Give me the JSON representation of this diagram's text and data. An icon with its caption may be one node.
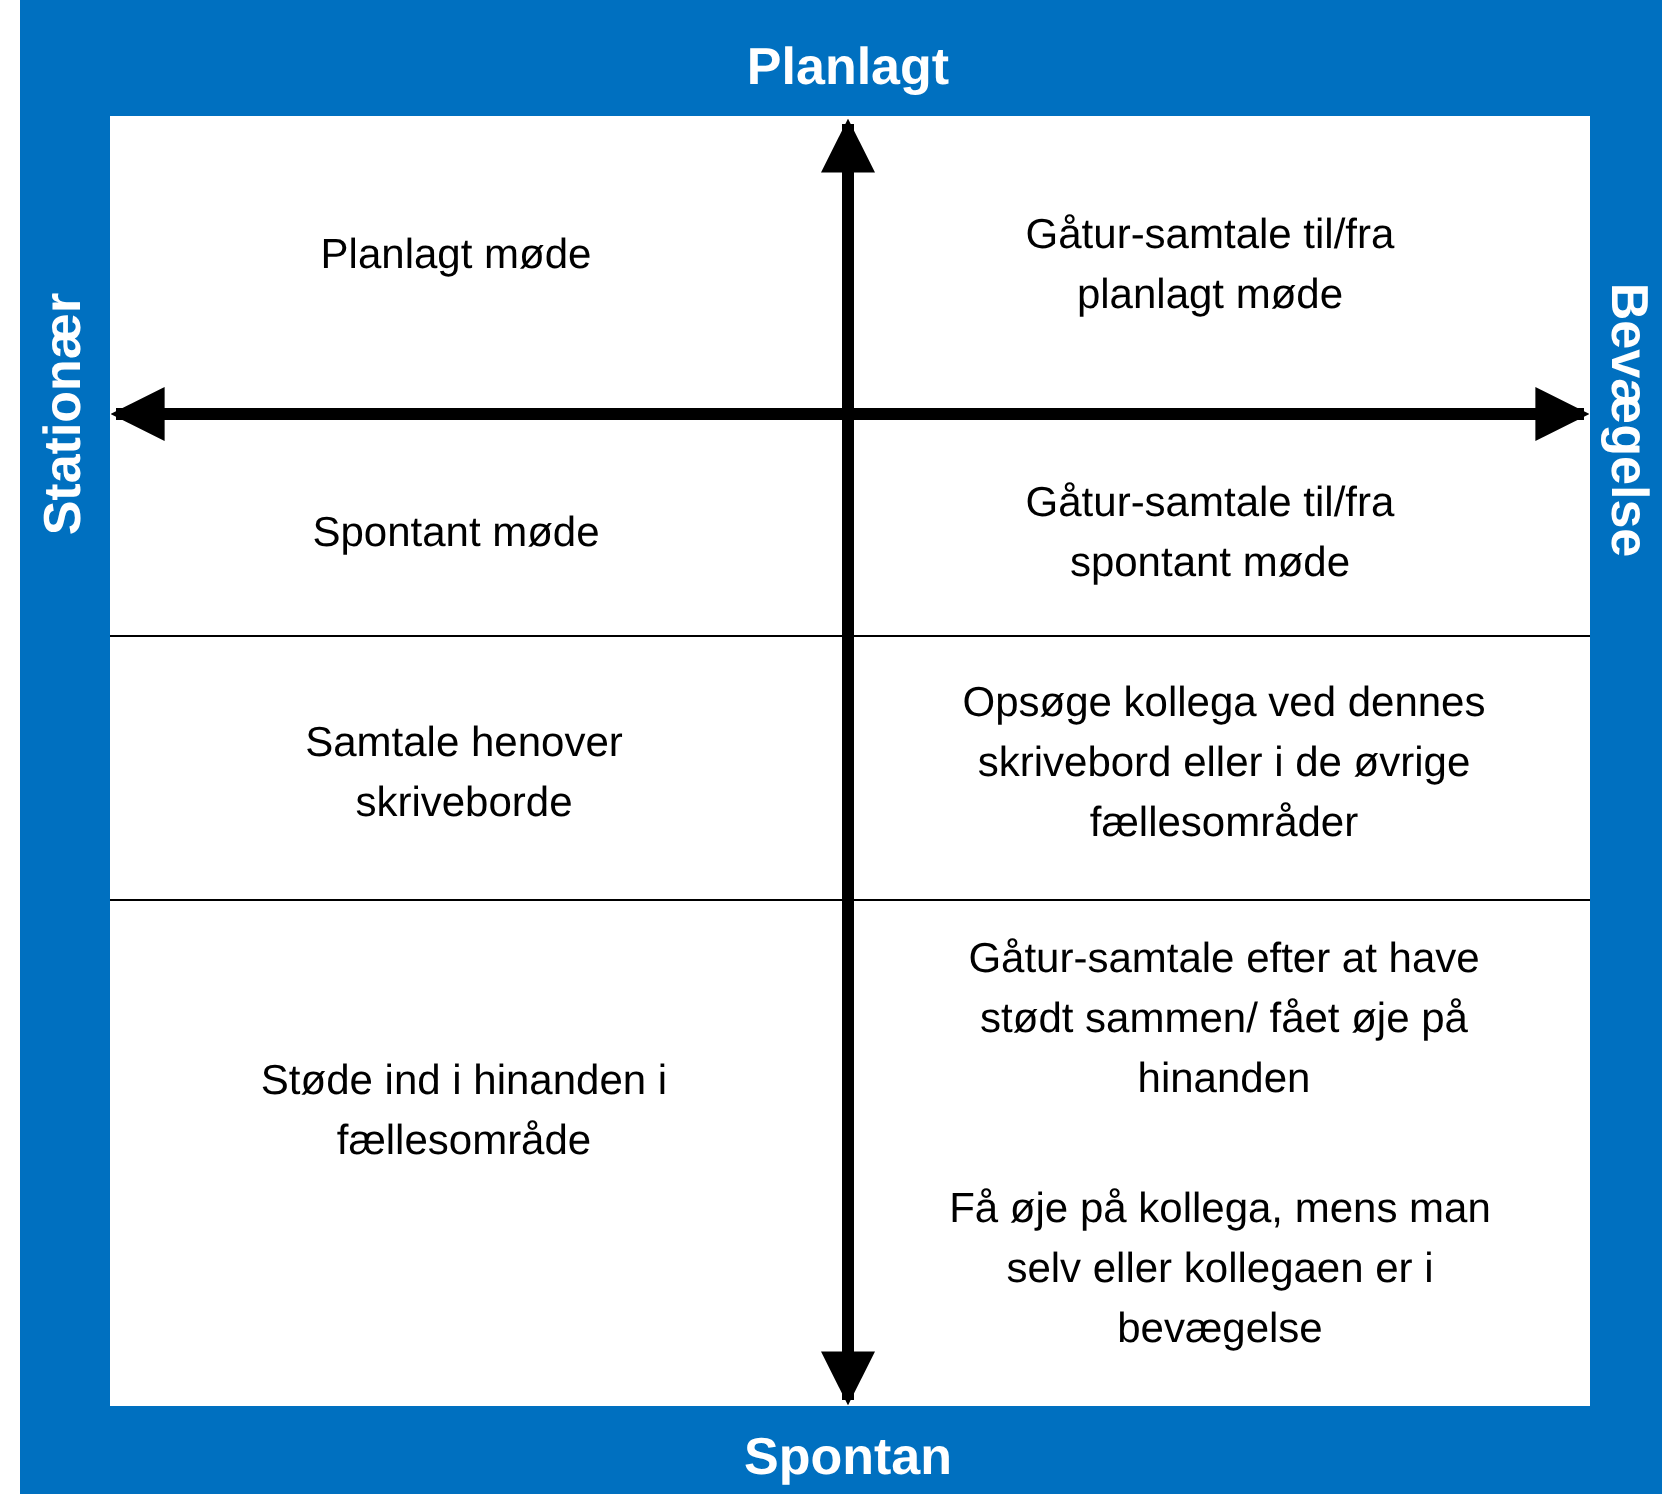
{
  "diagram": {
    "labels": [
      "Planlagt",
      "Planlagt møde",
      "Gåtur-samtale til/fra planlagt møde",
      "Stationær",
      "Bevægelse",
      "Spontant møde",
      "Gåtur-samtale til/fra spontant møde",
      "Samtale henover skriveborde",
      "Opsøge kollega ved dennes skrivebord eller i de øvrige fællesområder",
      "Støde ind i hinanden i fællesområde",
      "Gåtur-samtale efter at have stødt sammen/ fået øje på hinanden",
      "Få øje på kollega, mens man selv eller kollegaen er i bevægelse",
      "Spontan"
    ]
  }
}
